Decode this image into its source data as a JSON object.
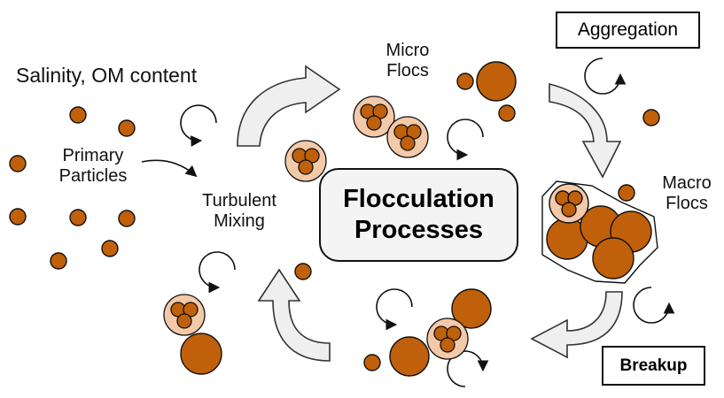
{
  "labels": {
    "salinity": "Salinity, OM content",
    "primary_line1": "Primary",
    "primary_line2": "Particles",
    "turbulent_line1": "Turbulent",
    "turbulent_line2": "Mixing",
    "micro_line1": "Micro",
    "micro_line2": "Flocs",
    "macro_line1": "Macro",
    "macro_line2": "Flocs",
    "aggregation": "Aggregation",
    "breakup": "Breakup",
    "center_line1": "Flocculation",
    "center_line2": "Processes"
  },
  "colors": {
    "particle": "#c0600a",
    "floc_shell": "#f3c9a8",
    "arrow_fill": "#efefef",
    "stroke": "#111111"
  }
}
